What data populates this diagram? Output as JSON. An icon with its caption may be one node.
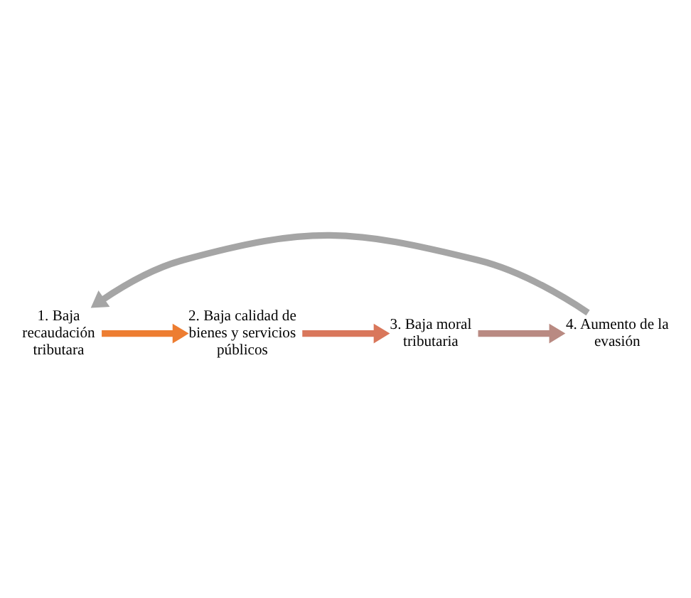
{
  "diagram": {
    "nodes": [
      {
        "text": [
          "1. Baja recaudación tributara"
        ]
      },
      {
        "text": [
          "2. Baja calidad de bienes y servicios públicos"
        ]
      },
      {
        "text": [
          "3. Baja moral tributaria"
        ]
      },
      {
        "text": [
          "4. Aumento de la evasión"
        ]
      }
    ],
    "edges": [
      {
        "from": 0,
        "to": 1,
        "arrow": "to",
        "color": "#ed7d31"
      },
      {
        "from": 1,
        "to": 2,
        "arrow": "to",
        "color": "#d9775b"
      },
      {
        "from": 2,
        "to": 3,
        "arrow": "to",
        "color": "#b98a82"
      },
      {
        "from": 3,
        "to": 0,
        "arrow": "to",
        "color": "#a5a5a5"
      }
    ]
  }
}
